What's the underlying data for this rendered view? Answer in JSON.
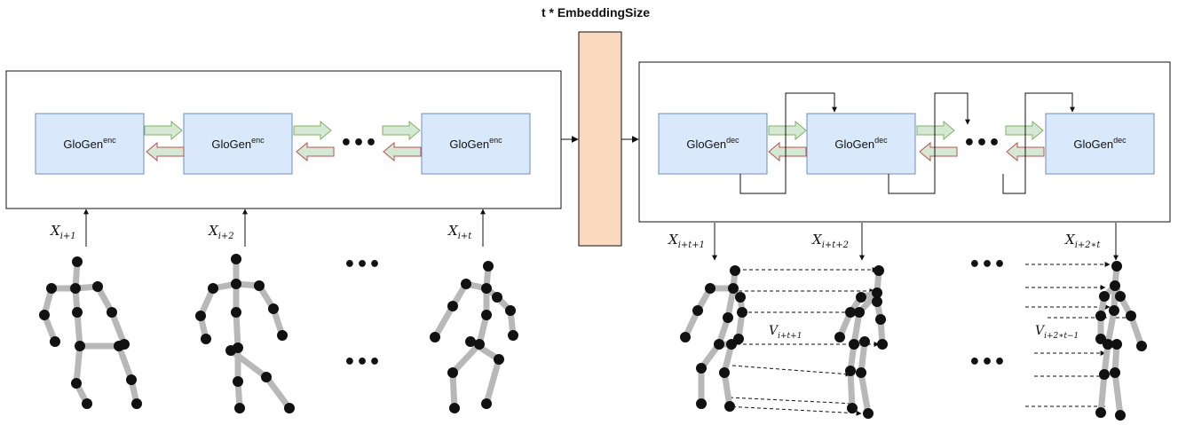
{
  "embedding_title": "t * EmbeddingSize",
  "encoder": {
    "blocks": [
      {
        "base": "GloGen",
        "sup": "enc"
      },
      {
        "base": "GloGen",
        "sup": "enc"
      },
      {
        "base": "GloGen",
        "sup": "enc"
      }
    ],
    "ellipsis": "•••",
    "inputs": [
      {
        "base": "X",
        "sub": "i+1"
      },
      {
        "base": "X",
        "sub": "i+2"
      },
      {
        "base": "X",
        "sub": "i+t"
      }
    ]
  },
  "decoder": {
    "blocks": [
      {
        "base": "GloGen",
        "sup": "dec"
      },
      {
        "base": "GloGen",
        "sup": "dec"
      },
      {
        "base": "GloGen",
        "sup": "dec"
      }
    ],
    "ellipsis": "•••",
    "outputs": [
      {
        "base": "X",
        "sub": "i+t+1"
      },
      {
        "base": "X",
        "sub": "i+t+2"
      },
      {
        "base": "X",
        "sub": "i+2∗t"
      }
    ],
    "velocities": [
      {
        "base": "V",
        "sub": "i+t+1"
      },
      {
        "base": "V",
        "sub": "i+2∗t−1"
      }
    ]
  },
  "skeleton_ellipsis": "•••",
  "colors": {
    "block_fill": "#dae8fc",
    "block_stroke": "#6c8ebf",
    "embedding_fill": "#fad9bf",
    "green_arrow": "#82b366",
    "green_fill": "#d5e8d4",
    "red_arrow": "#b85450",
    "bone": "#b8b8b8",
    "joint": "#111111"
  },
  "icons": [
    "skeleton-figure",
    "arrow-right",
    "arrow-left",
    "dashed-arrow"
  ]
}
